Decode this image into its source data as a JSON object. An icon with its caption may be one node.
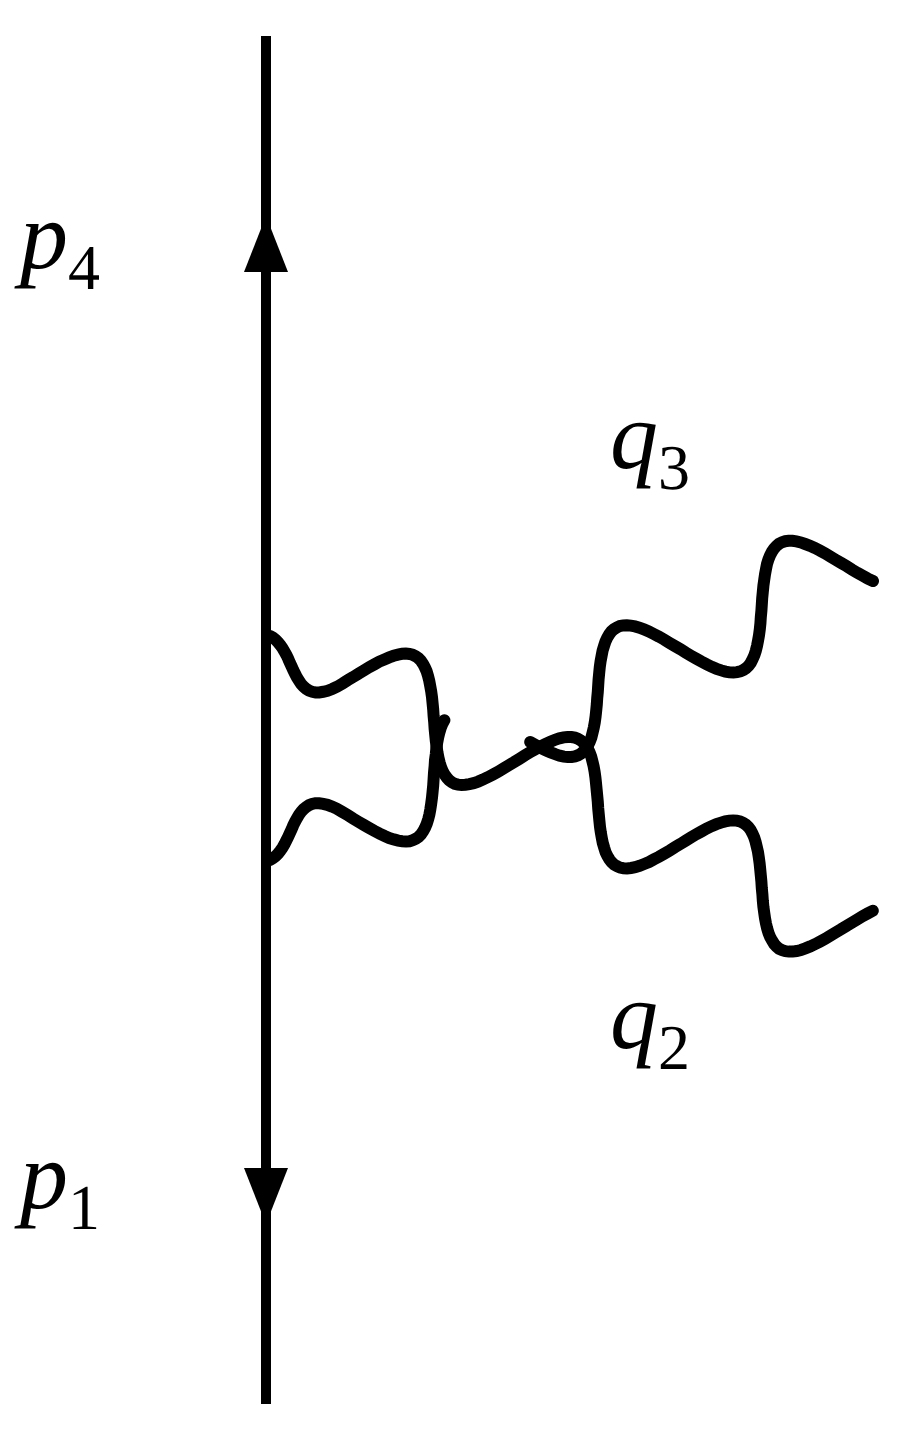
{
  "diagram": {
    "labels": [
      "p$_{4}$",
      "q$_{3}$",
      "q$_{2}$",
      "p$_{1}$"
    ]
  }
}
